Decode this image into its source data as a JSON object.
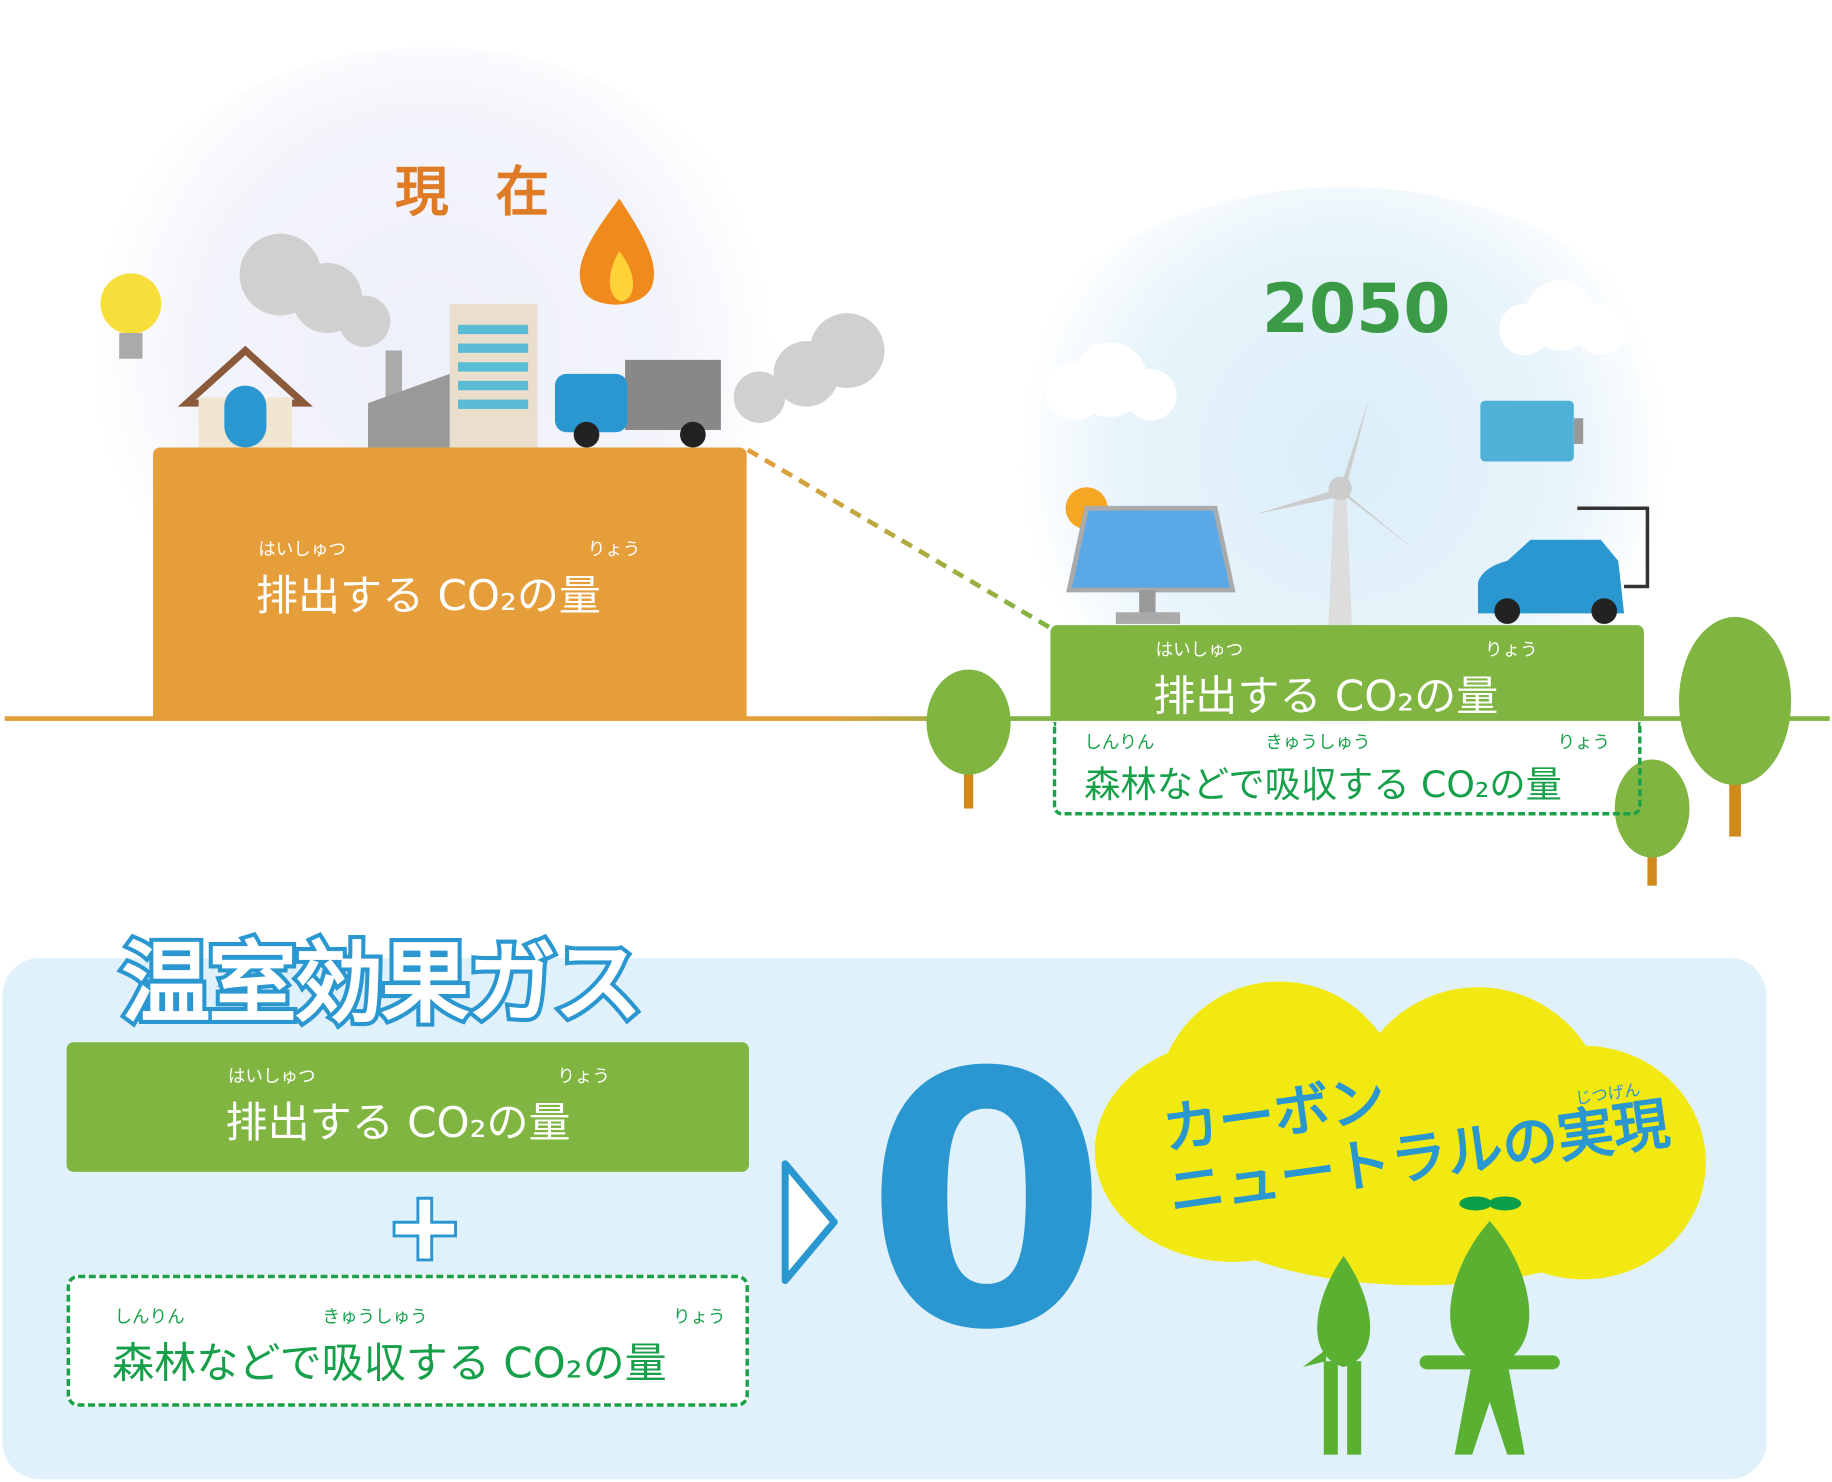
{
  "top": {
    "now_title": "現 在",
    "future_title": "2050",
    "emission_label": {
      "text": "排出する CO₂の量",
      "ruby_1": "はいしゅつ",
      "ruby_2": "りょう"
    },
    "absorption_label": {
      "text": "森林などで吸収する CO₂の量",
      "ruby_1": "しんりん",
      "ruby_2": "きゅうしゅう",
      "ruby_3": "りょう"
    }
  },
  "bottom": {
    "heading": "温室効果ガス",
    "emission_label": {
      "text": "排出する CO₂の量",
      "ruby_1": "はいしゅつ",
      "ruby_2": "りょう"
    },
    "plus": "+",
    "absorption_label": {
      "text": "森林などで吸収する CO₂の量",
      "ruby_1": "しんりん",
      "ruby_2": "きゅうしゅう",
      "ruby_3": "りょう"
    },
    "result": "0",
    "cloud_line1": "カーボン",
    "cloud_line2": "ニュートラルの実現",
    "cloud_ruby": "じつげん"
  },
  "colors": {
    "orange": "#e69e3b",
    "green": "#7fb540",
    "blue": "#2a97d0",
    "yellow": "#f2e912",
    "light_blue": "#e0f1fb"
  }
}
